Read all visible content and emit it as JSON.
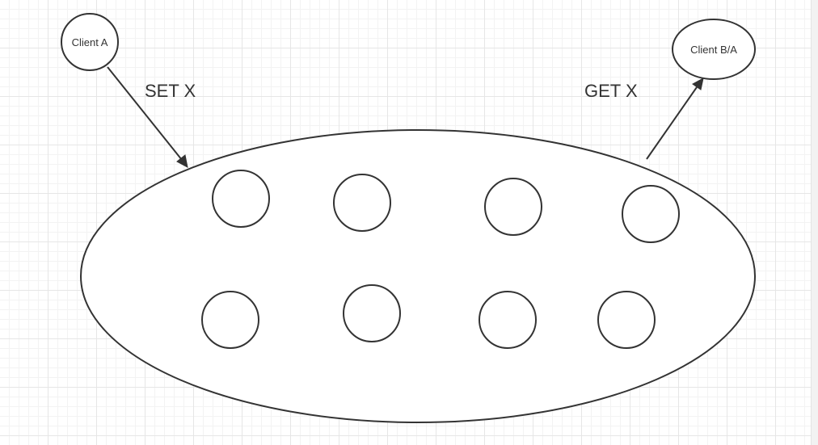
{
  "diagram": {
    "nodes": {
      "client_a": {
        "label": "Client A"
      },
      "client_b": {
        "label": "Client B/A"
      }
    },
    "edges": {
      "set": {
        "label": "SET X"
      },
      "get": {
        "label": "GET X"
      }
    },
    "cluster": {
      "member_count": 8
    }
  },
  "colors": {
    "stroke": "#333333",
    "fill": "#ffffff",
    "grid_major": "#e6e6e6",
    "grid_minor": "#f3f3f3"
  }
}
